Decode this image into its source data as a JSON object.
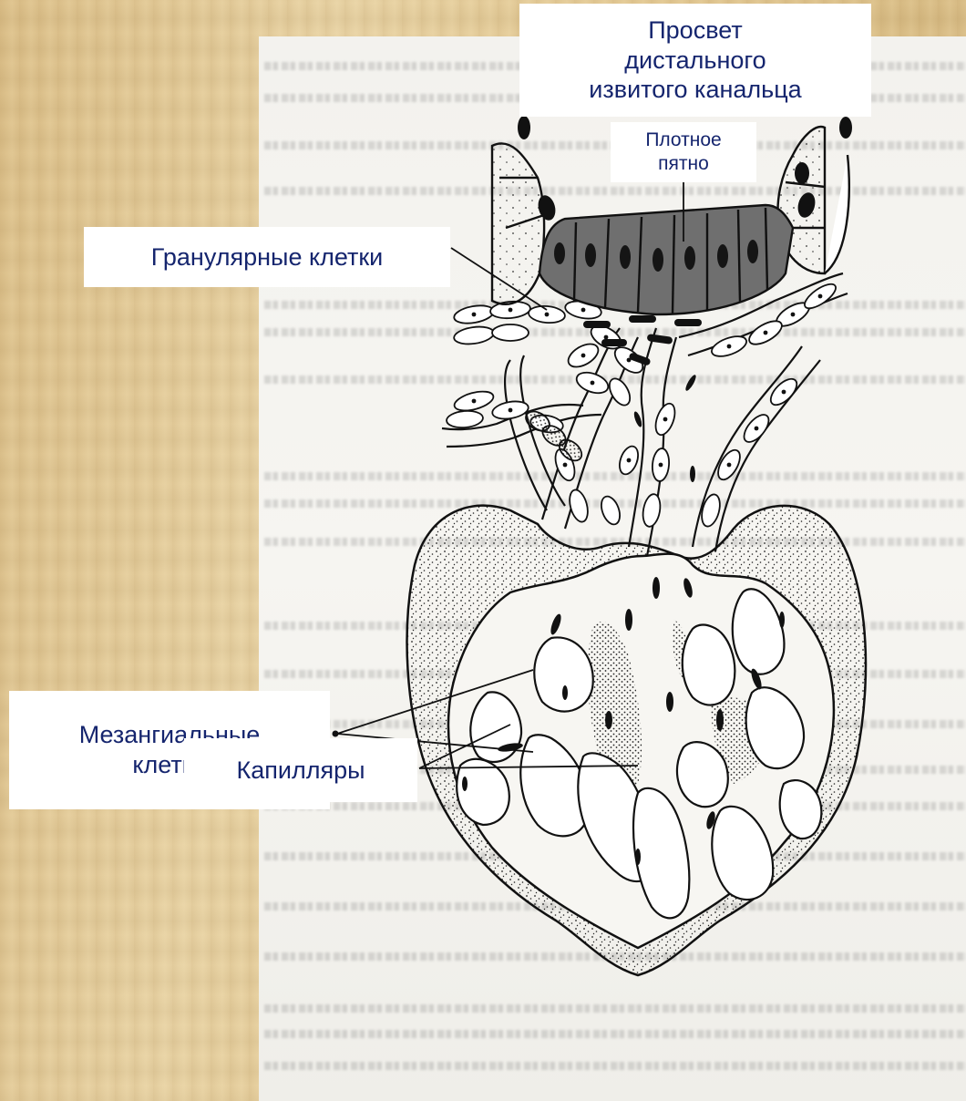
{
  "labels": {
    "lumen_line1": "Просвет",
    "lumen_line2": "дистального",
    "lumen_line3": "извитого канальца",
    "macula_line1": "Плотное",
    "macula_line2": "пятно",
    "granular": "Гранулярные клетки",
    "mesangial_line1": "Мезангиальные",
    "mesangial_line2": "клетки",
    "capillaries": "Капилляры"
  },
  "colors": {
    "label_text": "#15256e",
    "label_bg": "#ffffff",
    "ink": "#1a1a1a",
    "macula_cells": "#6f6f6f"
  }
}
